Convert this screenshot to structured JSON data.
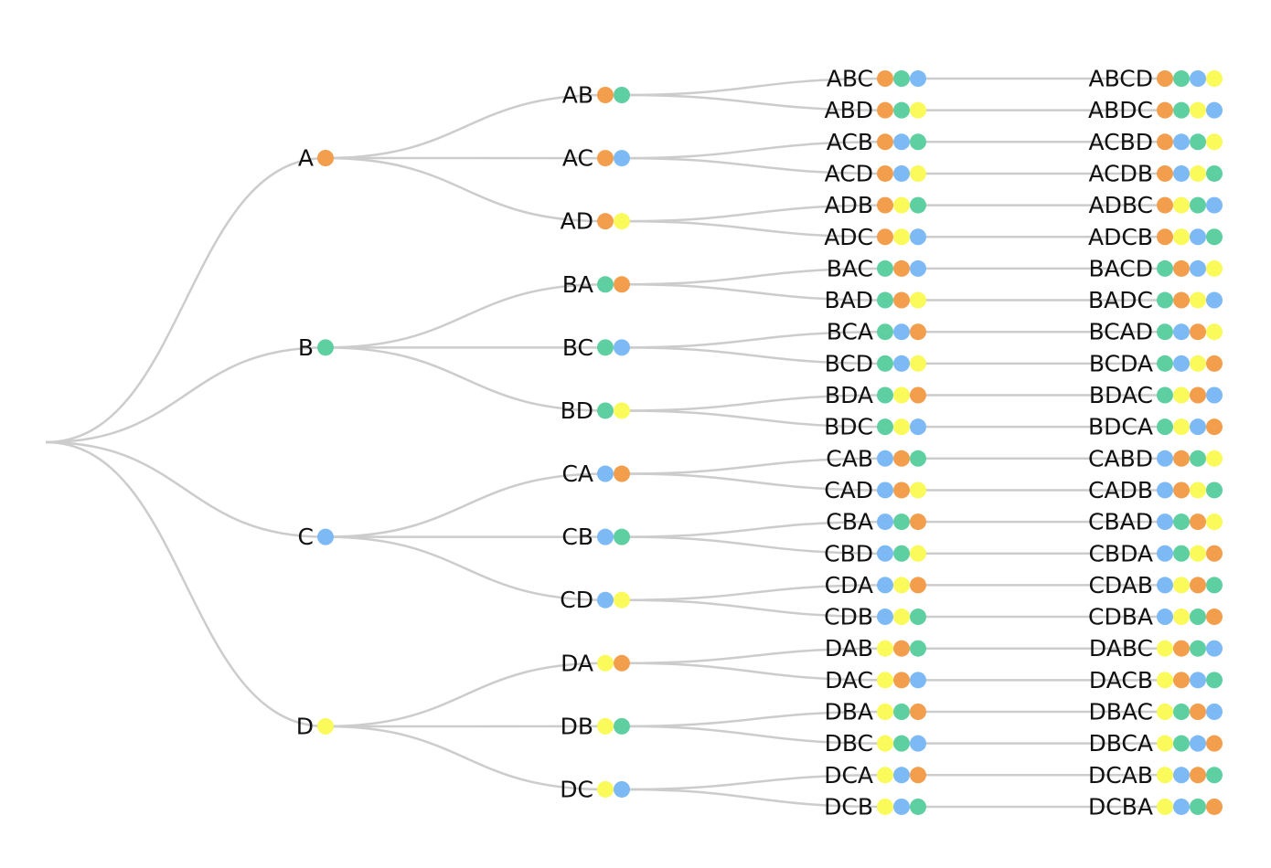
{
  "colors": {
    "A": "#f29e4c",
    "B": "#5ecfa0",
    "C": "#7db9f5",
    "D": "#fafa5a",
    "link": "#cccccc",
    "text": "#111111"
  },
  "tree": {
    "levels": [
      [
        "A",
        "B",
        "C",
        "D"
      ],
      [
        "AB",
        "AC",
        "AD",
        "BA",
        "BC",
        "BD",
        "CA",
        "CB",
        "CD",
        "DA",
        "DB",
        "DC"
      ],
      [
        "ABC",
        "ABD",
        "ACB",
        "ACD",
        "ADB",
        "ADC",
        "BAC",
        "BAD",
        "BCA",
        "BCD",
        "BDA",
        "BDC",
        "CAB",
        "CAD",
        "CBA",
        "CBD",
        "CDA",
        "CDB",
        "DAB",
        "DAC",
        "DBA",
        "DBC",
        "DCA",
        "DCB"
      ],
      [
        "ABCD",
        "ABDC",
        "ACBD",
        "ACDB",
        "ADBC",
        "ADCB",
        "BACD",
        "BADC",
        "BCAD",
        "BCDA",
        "BDAC",
        "BDCA",
        "CABD",
        "CADB",
        "CBAD",
        "CBDA",
        "CDAB",
        "CDBA",
        "DABC",
        "DACB",
        "DBAC",
        "DBCA",
        "DCAB",
        "DCBA"
      ]
    ]
  }
}
